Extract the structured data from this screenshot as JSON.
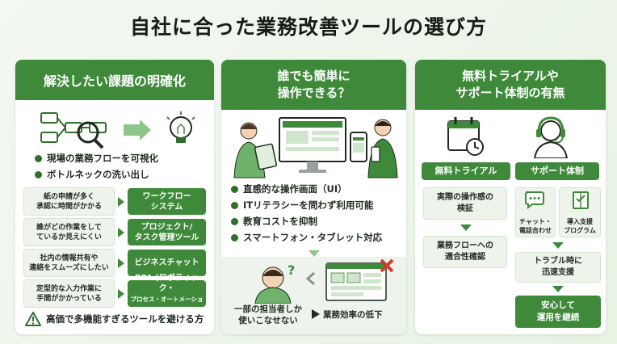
{
  "title": "自社に合った業務改善ツールの選び方",
  "colors": {
    "green": "#3f8a3a",
    "light_green": "#eef4ec",
    "red": "#d13a2e"
  },
  "col1": {
    "heading": "解決したい課題の明確化",
    "bullets": [
      "現場の業務フローを可視化",
      "ボトルネックの洗い出し"
    ],
    "rows": [
      {
        "pain": [
          "紙の申請が多く",
          "承認に時間がかかる"
        ],
        "tool": [
          "ワークフロー",
          "システム"
        ]
      },
      {
        "pain": [
          "誰がどの作業をして",
          "ているか見えにくい"
        ],
        "tool": [
          "プロジェクト/",
          "タスク管理ツール"
        ]
      },
      {
        "pain": [
          "社内の情報共有や",
          "連絡をスムーズにしたい"
        ],
        "tool": [
          "ビジネスチャット"
        ]
      },
      {
        "pain": [
          "定型的な入力作業に",
          "手間がかかっている"
        ],
        "tool": [
          "RPA (ロボティック・",
          "プロセス・オートメーション)"
        ]
      }
    ],
    "warning": "高価で多機能すぎるツールを避ける方",
    "icons": [
      "flowchart-icon",
      "arrow-right-icon",
      "lightbulb-icon",
      "warning-icon"
    ]
  },
  "col2": {
    "heading_line1": "誰でも簡単に",
    "heading_line2": "操作できる？",
    "bullets": [
      "直感的な操作画面（UI）",
      "ITリテラシーを問わず利用可能",
      "教育コストを抑制",
      "スマートフォン・タブレット対応"
    ],
    "problem": [
      "一部の担当者しか",
      "使いこなせない"
    ],
    "result": "業務効率の低下",
    "icons": [
      "devices-illustration",
      "confused-person-icon",
      "rejected-screen-icon"
    ]
  },
  "col3": {
    "heading_line1": "無料トライアルや",
    "heading_line2": "サポート体制の有無",
    "trial_label": "無料トライアル",
    "support_label": "サポート体制",
    "trial_items": [
      [
        "実際の操作感の",
        "検証"
      ],
      [
        "業務フローへの",
        "適合性確認"
      ]
    ],
    "support_items": [
      [
        "チャット・",
        "電話合わせ"
      ],
      [
        "導入支援",
        "プログラム"
      ]
    ],
    "trouble": [
      "トラブル時に",
      "迅速支援"
    ],
    "final": [
      "安心して",
      "運用を継続"
    ],
    "icons": [
      "calendar-icon",
      "headset-person-icon",
      "chat-icon",
      "book-icon"
    ]
  }
}
